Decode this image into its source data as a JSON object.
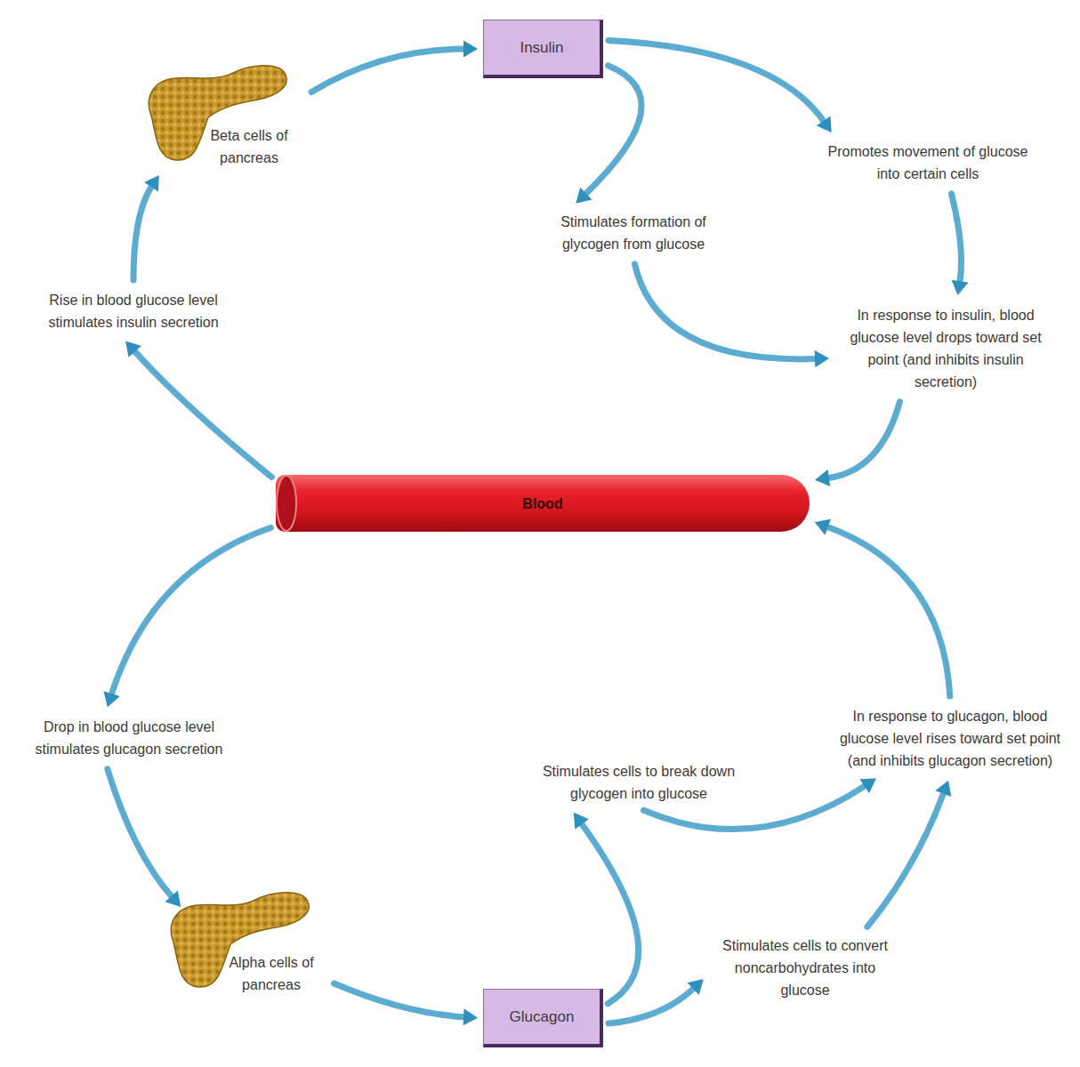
{
  "diagram": {
    "nodes": [
      {
        "text": [
          "Insulin"
        ]
      },
      {
        "text": [
          "Beta cells of pancreas"
        ]
      },
      {
        "text": [
          "Stimulates formation of glycogen from glucose"
        ]
      },
      {
        "text": [
          "Promotes movement of glucose into certain cells"
        ]
      },
      {
        "text": [
          "Rise in blood glucose level stimulates insulin secretion"
        ]
      },
      {
        "text": [
          "In response to insulin, blood glucose level drops toward set point (and inhibits insulin secretion)"
        ]
      },
      {
        "text": [
          "Blood"
        ]
      },
      {
        "text": [
          "Drop in blood glucose level stimulates glucagon secretion"
        ]
      },
      {
        "text": [
          "In response to glucagon, blood glucose level rises toward set point (and inhibits glucagon secretion)"
        ]
      },
      {
        "text": [
          "Stimulates cells to break down glycogen into glucose"
        ]
      },
      {
        "text": [
          "Alpha cells of pancreas"
        ]
      },
      {
        "text": [
          "Stimulates cells to convert noncarbohydrates into glucose"
        ]
      },
      {
        "text": [
          "Glucagon"
        ]
      }
    ],
    "edges": [
      {
        "from": 6,
        "to": 4,
        "arrow": "to"
      },
      {
        "from": 4,
        "to": 1,
        "arrow": "to"
      },
      {
        "from": 1,
        "to": 0,
        "arrow": "to"
      },
      {
        "from": 0,
        "to": 2,
        "arrow": "to"
      },
      {
        "from": 0,
        "to": 3,
        "arrow": "to"
      },
      {
        "from": 2,
        "to": 5,
        "arrow": "to"
      },
      {
        "from": 3,
        "to": 5,
        "arrow": "to"
      },
      {
        "from": 5,
        "to": 6,
        "arrow": "to"
      },
      {
        "from": 6,
        "to": 7,
        "arrow": "to"
      },
      {
        "from": 7,
        "to": 10,
        "arrow": "to"
      },
      {
        "from": 10,
        "to": 12,
        "arrow": "to"
      },
      {
        "from": 12,
        "to": 9,
        "arrow": "to"
      },
      {
        "from": 12,
        "to": 11,
        "arrow": "to"
      },
      {
        "from": 9,
        "to": 8,
        "arrow": "to"
      },
      {
        "from": 11,
        "to": 8,
        "arrow": "to"
      },
      {
        "from": 8,
        "to": 6,
        "arrow": "to"
      }
    ]
  }
}
